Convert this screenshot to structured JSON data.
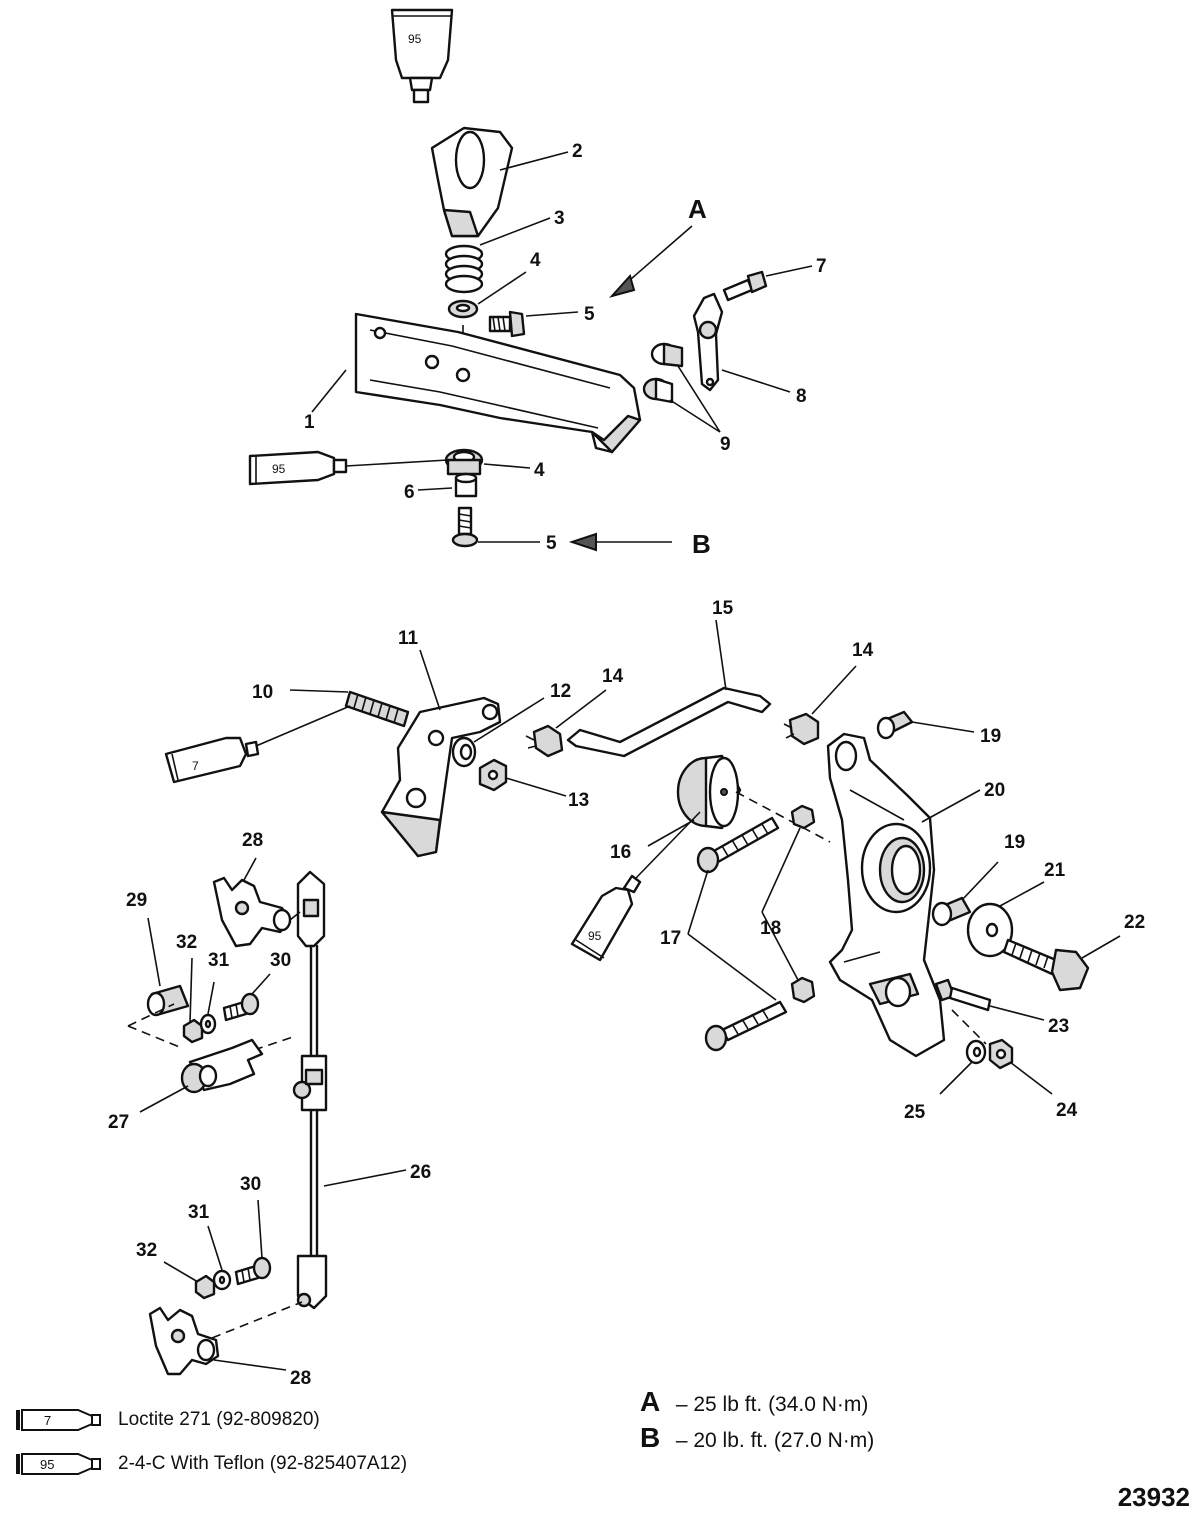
{
  "figure_number": "23932",
  "callouts": [
    "1",
    "2",
    "3",
    "4",
    "4",
    "5",
    "5",
    "6",
    "7",
    "8",
    "9",
    "10",
    "11",
    "12",
    "13",
    "14",
    "14",
    "15",
    "16",
    "17",
    "18",
    "19",
    "19",
    "20",
    "21",
    "22",
    "23",
    "24",
    "25",
    "26",
    "27",
    "28",
    "28",
    "29",
    "30",
    "30",
    "31",
    "31",
    "32",
    "32"
  ],
  "torque_letters": {
    "a": "A",
    "b": "B"
  },
  "tube_labels": {
    "t95": "95",
    "t7": "7"
  },
  "legend": [
    {
      "tube": "7",
      "text": "Loctite 271 (92-809820)"
    },
    {
      "tube": "95",
      "text": "2-4-C  With Teflon (92-825407A12)"
    }
  ],
  "torque_specs": [
    {
      "letter": "A",
      "text": "– 25 lb ft. (34.0 N·m)"
    },
    {
      "letter": "B",
      "text": "– 20 lb. ft. (27.0 N·m)"
    }
  ],
  "colors": {
    "line": "#111111",
    "background": "#ffffff",
    "shade": "#d9d9d9"
  }
}
